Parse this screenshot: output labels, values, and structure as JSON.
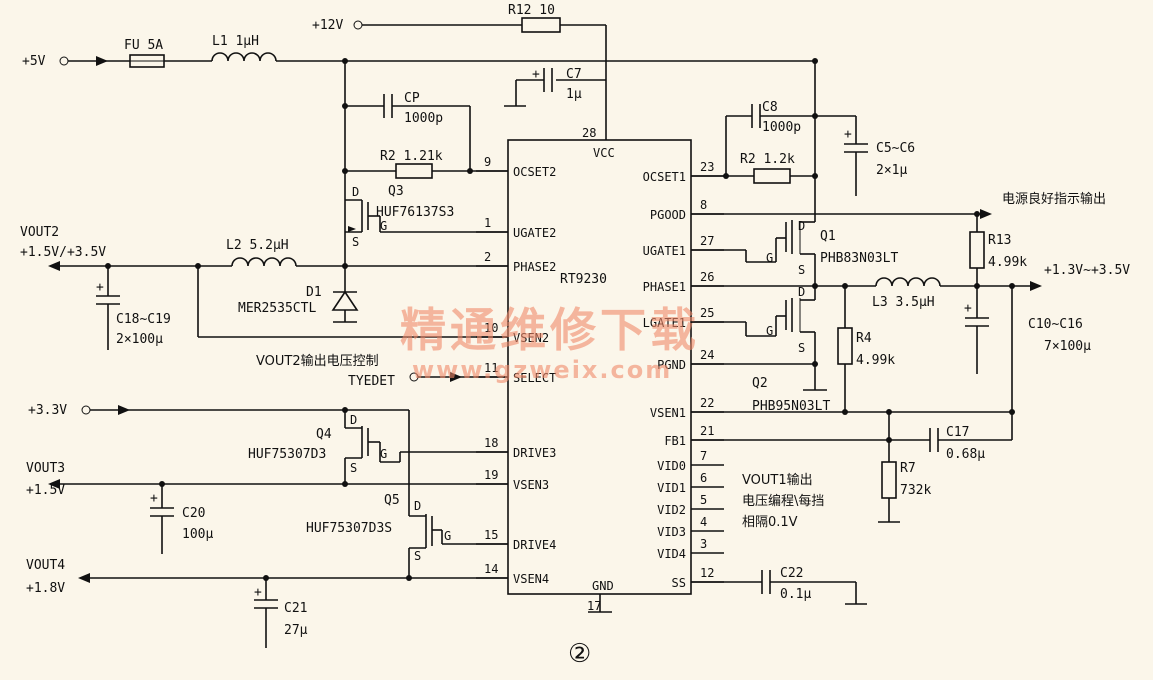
{
  "ic": {
    "name": "RT9230",
    "pins_left": [
      {
        "num": "9",
        "label": "OCSET2"
      },
      {
        "num": "1",
        "label": "UGATE2"
      },
      {
        "num": "2",
        "label": "PHASE2"
      },
      {
        "num": "10",
        "label": "VSEN2"
      },
      {
        "num": "11",
        "label": "SELECT"
      },
      {
        "num": "18",
        "label": "DRIVE3"
      },
      {
        "num": "19",
        "label": "VSEN3"
      },
      {
        "num": "15",
        "label": "DRIVE4"
      },
      {
        "num": "14",
        "label": "VSEN4"
      }
    ],
    "pins_right": [
      {
        "num": "23",
        "label": "OCSET1"
      },
      {
        "num": "8",
        "label": "PGOOD"
      },
      {
        "num": "27",
        "label": "UGATE1"
      },
      {
        "num": "26",
        "label": "PHASE1"
      },
      {
        "num": "25",
        "label": "LGATE1"
      },
      {
        "num": "24",
        "label": "PGND"
      },
      {
        "num": "22",
        "label": "VSEN1"
      },
      {
        "num": "21",
        "label": "FB1"
      },
      {
        "num": "7",
        "label": "VID0"
      },
      {
        "num": "6",
        "label": "VID1"
      },
      {
        "num": "5",
        "label": "VID2"
      },
      {
        "num": "4",
        "label": "VID3"
      },
      {
        "num": "3",
        "label": "VID4"
      },
      {
        "num": "12",
        "label": "SS"
      }
    ],
    "pin_vcc": {
      "num": "28",
      "label": "VCC"
    },
    "pin_gnd": {
      "num": "17",
      "label": "GND"
    }
  },
  "supplies": {
    "p5v": "+5V",
    "p12v": "+12V",
    "p33v": "+3.3V"
  },
  "parts": {
    "fu": "FU 5A",
    "l1": "L1 1μH",
    "r12": "R12 10",
    "c7": "C7",
    "c7v": "1μ",
    "cp": "CP",
    "cpv": "1000p",
    "r2a": "R2 1.21k",
    "q3": "Q3",
    "q3m": "HUF76137S3",
    "l2": "L2 5.2μH",
    "d1": "D1",
    "d1m": "MER2535CTL",
    "c18": "C18~C19",
    "c18v": "2×100μ",
    "c8": "C8",
    "c8v": "1000p",
    "c5": "C5~C6",
    "c5v": "2×1μ",
    "r2b": "R2 1.2k",
    "q1": "Q1",
    "q1m": "PHB83N03LT",
    "r13": "R13",
    "r13v": "4.99k",
    "l3": "L3 3.5μH",
    "r4": "R4",
    "r4v": "4.99k",
    "c10": "C10~C16",
    "c10v": "7×100μ",
    "q2": "Q2",
    "q2m": "PHB95N03LT",
    "c17": "C17",
    "c17v": "0.68μ",
    "r7": "R7",
    "r7v": "732k",
    "q4": "Q4",
    "q4m": "HUF75307D3",
    "c20": "C20",
    "c20v": "100μ",
    "q5": "Q5",
    "q5m": "HUF75307D3S",
    "c21": "C21",
    "c21v": "27μ",
    "c22": "C22",
    "c22v": "0.1μ"
  },
  "nets": {
    "vout2": "VOUT2",
    "vout2v": "+1.5V/+3.5V",
    "vout3": "VOUT3",
    "vout3v": "+1.5V",
    "vout4": "VOUT4",
    "vout4v": "+1.8V",
    "vout1v": "+1.3V~+3.5V",
    "pgood_out": "电源良好指示输出",
    "vout2_ctrl": "VOUT2输出电压控制",
    "tyedet": "TYEDET",
    "vid_note1": "VOUT1输出",
    "vid_note2": "电压编程\\每挡",
    "vid_note3": "相隔0.1V"
  },
  "pin_letters": {
    "d": "D",
    "g": "G",
    "s": "S"
  },
  "watermark": {
    "line1": "精通维修下载",
    "line2": "www.gzweix.com"
  },
  "figure_number": "②"
}
